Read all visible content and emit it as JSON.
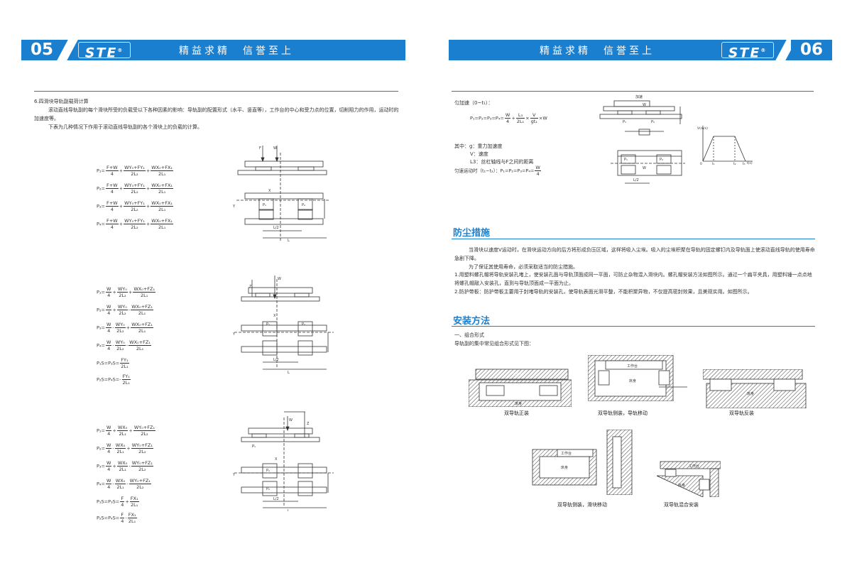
{
  "left_header": {
    "page_number": "05",
    "logo": "STE",
    "slogan": "精益求精　信誉至上"
  },
  "right_header": {
    "page_number": "06",
    "logo": "STE",
    "slogan": "精益求精　信誉至上"
  },
  "left": {
    "section_title": "6.四滑块导轨副载荷计算",
    "para1": "滚动直线导轨副的每个滑块所受的负载受以下各种因素的影响：导轨副的配置形式（水平、竖直等），工作台的中心和受力点的位置，切削阻力的作用，运动时的加速度等。",
    "para2": "下表为几种情况下作用于滚动直线导轨副的各个滑块上的负载的计算。",
    "case1": [
      {
        "lhs": "P₁=",
        "a_n": "F+W",
        "a_d": "4",
        "op1": "+",
        "b_n": "WY₀+FY₁",
        "b_d": "2L₂",
        "op2": "+",
        "c_n": "WX₀+FX₁",
        "c_d": "2L₁"
      },
      {
        "lhs": "P₂=",
        "a_n": "F+W",
        "a_d": "4",
        "op1": "+",
        "b_n": "WY₀+FY₁",
        "b_d": "2L₂",
        "op2": "+",
        "c_n": "WX₀+FX₁",
        "c_d": "2L₁"
      },
      {
        "lhs": "P₃=",
        "a_n": "F+W",
        "a_d": "4",
        "op1": "+",
        "b_n": "WY₀+FY₁",
        "b_d": "2L₂",
        "op2": "+",
        "c_n": "WX₀+FX₁",
        "c_d": "2L₁"
      },
      {
        "lhs": "P₄=",
        "a_n": "F+W",
        "a_d": "4",
        "op1": "+",
        "b_n": "WY₀+FY₁",
        "b_d": "2L₂",
        "op2": "+",
        "c_n": "WX₀+FX₁",
        "c_d": "2L₁"
      }
    ],
    "case2": [
      {
        "lhs": "P₁=",
        "a_n": "W",
        "a_d": "4",
        "op1": "+",
        "b_n": "WY₀",
        "b_d": "2L₂",
        "op2": "+",
        "c_n": "WX₀+FZ₁",
        "c_d": "2L₁"
      },
      {
        "lhs": "P₂=",
        "a_n": "W",
        "a_d": "4",
        "op1": "+",
        "b_n": "WY₀",
        "b_d": "2L₂",
        "op2": "-",
        "c_n": "WX₀+FZ₁",
        "c_d": "2L₁"
      },
      {
        "lhs": "P₃=",
        "a_n": "W",
        "a_d": "4",
        "op1": "-",
        "b_n": "WY₀",
        "b_d": "2L₂",
        "op2": "+",
        "c_n": "WX₀+FZ₁",
        "c_d": "2L₁"
      },
      {
        "lhs": "P₄=",
        "a_n": "W",
        "a_d": "4",
        "op1": "-",
        "b_n": "WY₀",
        "b_d": "2L₂",
        "op2": "-",
        "c_n": "WX₀+FZ₁",
        "c_d": "2L₁"
      }
    ],
    "case2_extra": [
      {
        "lhs": "P₁S=P₃S=",
        "n": "FY₁",
        "d": "2L₁"
      },
      {
        "lhs": "P₂S=P₄S=-",
        "n": "FY₁",
        "d": "2L₁"
      }
    ],
    "case3": [
      {
        "lhs": "P₁=",
        "a_n": "W",
        "a_d": "4",
        "op1": "+",
        "b_n": "WX₀",
        "b_d": "2L₁",
        "op2": "+",
        "c_n": "WY₀+FZ₁",
        "c_d": "2L₂"
      },
      {
        "lhs": "P₂=",
        "a_n": "W",
        "a_d": "4",
        "op1": "-",
        "b_n": "WX₀",
        "b_d": "2L₁",
        "op2": "+",
        "c_n": "WY₀+FZ₁",
        "c_d": "2L₂"
      },
      {
        "lhs": "P₃=",
        "a_n": "W",
        "a_d": "4",
        "op1": "+",
        "b_n": "WX₀",
        "b_d": "2L₁",
        "op2": "-",
        "c_n": "WY₀+FZ₁",
        "c_d": "2L₂"
      },
      {
        "lhs": "P₄=",
        "a_n": "W",
        "a_d": "4",
        "op1": "-",
        "b_n": "WX₀",
        "b_d": "2L₁",
        "op2": "-",
        "c_n": "WY₀+FZ₁",
        "c_d": "2L₂"
      }
    ],
    "case3_extra": [
      {
        "lhs": "P₁S=P₃S=",
        "a_n": "F",
        "a_d": "4",
        "op": "+",
        "b_n": "FX₁",
        "b_d": "2L₁"
      },
      {
        "lhs": "P₂S=P₄S=",
        "a_n": "F",
        "a_d": "4",
        "op": "-",
        "b_n": "FX₁",
        "b_d": "2L₁"
      }
    ],
    "diagram_labels": {
      "F": "F",
      "W": "W",
      "Z": "Z",
      "X": "X",
      "Y": "Y",
      "L": "L",
      "Lhalf": "L/2",
      "P1": "P₁",
      "P2": "P₂"
    }
  },
  "right": {
    "accel_label": "匀加速（0~t₁）：",
    "accel_formula": {
      "lhs": "P₁=P₂=P₃=P₄=",
      "a_n": "W",
      "a_d": "4",
      "op1": "+",
      "b_n": "L₃",
      "b_d": "2L₁",
      "x1": "×",
      "c_n": "V",
      "c_d": "gt₁",
      "tail": "×W"
    },
    "where_1": "其中：g：重力加速度",
    "where_2": "V：速度",
    "where_3": "L3：丝杠轴线与F之间的距离",
    "uniform_label": "匀速运动时（t₁~t₂）：P₁=P₂=P₃=P₄=",
    "uniform_n": "W",
    "uniform_d": "4",
    "graph": {
      "ylabel": "V(m/s)",
      "xlabel": "t(s)",
      "o": "0",
      "t1": "t₁",
      "t2": "t₂",
      "t3": "t₃"
    },
    "diag_top_label": "加速",
    "dust_title": "防尘措施",
    "dust_p1": "当滑块以速度V运动时，在滑块运动方向的后方将形成负压区域，这样将吸入尘埃。吸入的尘埃积聚在导轨的固定螺钉内及导轨面上使滚动直线导轨的使用寿命急剧下降。",
    "dust_p2": "为了保证其使用寿命，必须采取适当的防尘措施。",
    "dust_p3": "1.用塑料螺孔帽将导轨安装孔堵上，使安装孔面与导轨顶面成同一平面，可防止杂物混入滑块内。螺孔帽安装方法如图所示。通过一个扁平夹具，用塑料锤一点点地将螺孔帽敲入安装孔，直到与导轨顶面成一平面为止。",
    "dust_p4": "2.防护带板：防护带板主要用于封堵导轨的安装孔，使导轨表面光滑平整，不能积聚异物，不仅提高密封效果，且美观实用。如图所示。",
    "install_title": "安装方法",
    "install_sub1": "一、组合形式",
    "install_sub2": "导轨副的集中常见组合形式见下图：",
    "cap1": "双导轨正装",
    "cap2": "双导轨侧装，导轨移动",
    "cap3": "双导轨反装",
    "cap4": "双导轨侧装，滑块移动",
    "cap5": "双导轨混合安装",
    "lbl_worktable": "工作台",
    "lbl_bed": "床身"
  }
}
